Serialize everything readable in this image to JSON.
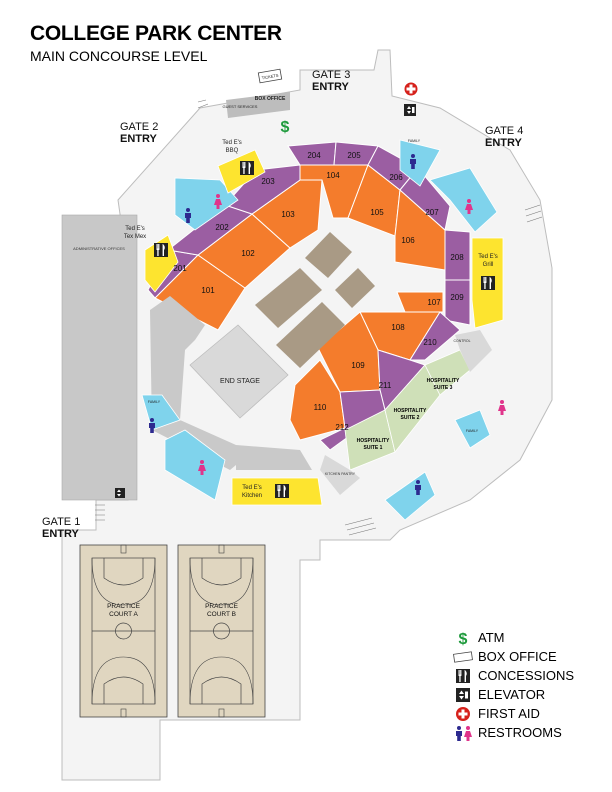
{
  "header": {
    "title": "COLLEGE PARK CENTER",
    "subtitle": "MAIN CONCOURSE LEVEL"
  },
  "gates": [
    {
      "id": "gate1",
      "line1": "GATE 1",
      "line2": "ENTRY"
    },
    {
      "id": "gate2",
      "line1": "GATE 2",
      "line2": "ENTRY"
    },
    {
      "id": "gate3",
      "line1": "GATE 3",
      "line2": "ENTRY"
    },
    {
      "id": "gate4",
      "line1": "GATE 4",
      "line2": "ENTRY"
    }
  ],
  "sections": {
    "lower": [
      "101",
      "102",
      "103",
      "104",
      "105",
      "106",
      "107",
      "108",
      "109",
      "110"
    ],
    "upper": [
      "201",
      "202",
      "203",
      "204",
      "205",
      "206",
      "207",
      "208",
      "209",
      "210",
      "211",
      "212"
    ]
  },
  "venues": {
    "end_stage": "END STAGE",
    "box_office": "BOX OFFICE",
    "guest_services": "GUEST SERVICES",
    "administrative_offices": "ADMINISTRATIVE OFFICES",
    "kitchen_pantry": "KITCHEN PANTRY",
    "control": "CONTROL",
    "hospitality_1": [
      "HOSPITALITY",
      "SUITE 1"
    ],
    "hospitality_2": [
      "HOSPITALITY",
      "SUITE 2"
    ],
    "hospitality_3": [
      "HOSPITALITY",
      "SUITE 3"
    ],
    "court_a": [
      "PRACTICE",
      "COURT A"
    ],
    "court_b": [
      "PRACTICE",
      "COURT B"
    ],
    "family": "FAMILY",
    "tickets": "TICKETS"
  },
  "concessions": {
    "bbq": [
      "Ted E's",
      "BBQ"
    ],
    "texmex": [
      "Ted E's",
      "Tex Mex"
    ],
    "grill": [
      "Ted E's",
      "Grill"
    ],
    "kitchen": [
      "Ted E's",
      "Kitchen"
    ]
  },
  "legend": [
    {
      "icon": "atm-icon",
      "label": "ATM"
    },
    {
      "icon": "box-office-icon",
      "label": "BOX OFFICE"
    },
    {
      "icon": "concessions-icon",
      "label": "CONCESSIONS"
    },
    {
      "icon": "elevator-icon",
      "label": "ELEVATOR"
    },
    {
      "icon": "first-aid-icon",
      "label": "FIRST AID"
    },
    {
      "icon": "restrooms-icon",
      "label": "RESTROOMS"
    }
  ],
  "colors": {
    "lower_seating": "#f47c2c",
    "upper_seating": "#9b5ea2",
    "concessions": "#fde42f",
    "restrooms": "#7fd3ec",
    "hospitality": "#cfe0b8",
    "stage": "#d9d9d9",
    "floor": "#a99a85",
    "court": "#e0d6c0",
    "concourse": "#f2f2f2",
    "atm": "#1e9a3c",
    "first_aid": "#d6211b",
    "men": "#2d2a8f",
    "women": "#e0348b"
  }
}
